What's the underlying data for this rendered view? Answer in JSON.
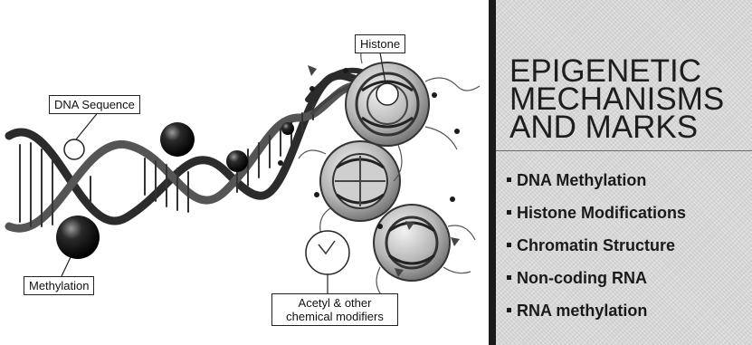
{
  "diagram": {
    "labels": {
      "dna_sequence": "DNA Sequence",
      "histone": "Histone",
      "methylation": "Methylation",
      "acetyl_line1": "Acetyl & other",
      "acetyl_line2": "chemical modifiers"
    }
  },
  "panel": {
    "title_lines": [
      "EPIGENETIC",
      "MECHANISMS",
      "AND MARKS"
    ],
    "bullets": [
      "DNA Methylation",
      "Histone Modifications",
      "Chromatin Structure",
      "Non-coding RNA",
      "RNA methylation"
    ],
    "bar_color": "#1a1a1a",
    "background_color": "#d9d9d9"
  }
}
